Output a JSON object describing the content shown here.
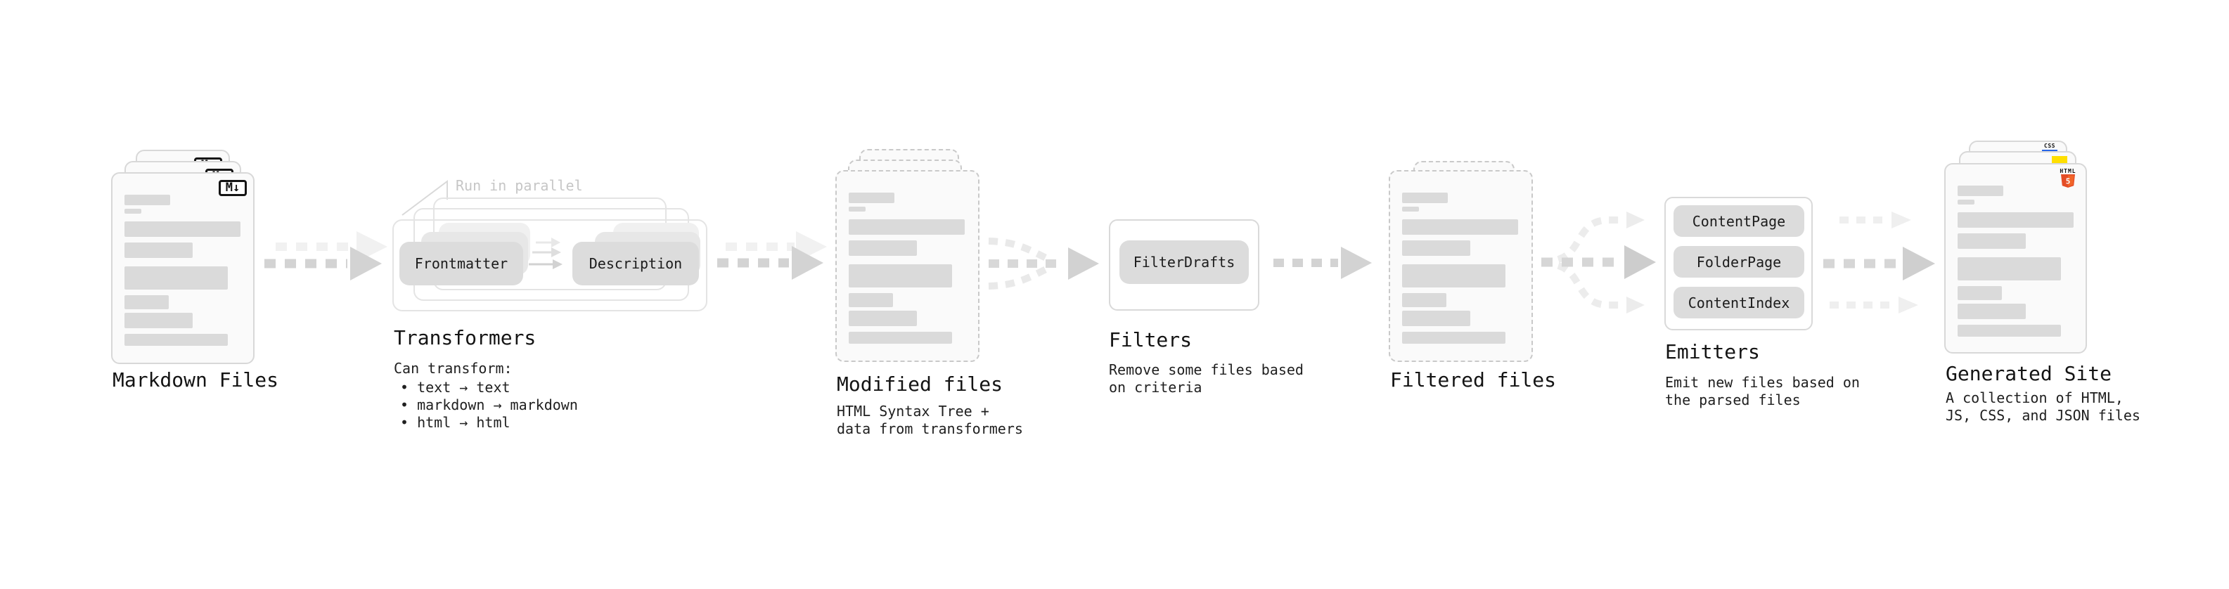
{
  "colors": {
    "html5_orange": "#e44d26",
    "html5_orange_light": "#f16529",
    "js_yellow": "#ffdf00",
    "css_blue": "#2765e8"
  },
  "nodes": {
    "markdown_files": {
      "label": "Markdown Files",
      "file_icon_text": "M↓"
    },
    "transformers": {
      "label": "Transformers",
      "annotation": "Run in parallel",
      "buttons": {
        "frontmatter": "Frontmatter",
        "description": "Description"
      },
      "note_heading": "Can transform:",
      "bullets": [
        "• text → text",
        "• markdown → markdown",
        "• html → html"
      ]
    },
    "modified_files": {
      "label": "Modified files",
      "description": "HTML Syntax Tree +\ndata from transformers"
    },
    "filters": {
      "label": "Filters",
      "buttons": {
        "filter_drafts": "FilterDrafts"
      },
      "description": "Remove some files based\non criteria"
    },
    "filtered_files": {
      "label": "Filtered files"
    },
    "emitters": {
      "label": "Emitters",
      "buttons": {
        "content_page": "ContentPage",
        "folder_page": "FolderPage",
        "content_index": "ContentIndex"
      },
      "description": "Emit new files based on\nthe parsed files"
    },
    "generated_site": {
      "label": "Generated Site",
      "description": "A collection of HTML,\nJS, CSS, and JSON files",
      "badges": {
        "css": "CSS",
        "html_word": "HTML",
        "html_number": "5"
      }
    }
  }
}
